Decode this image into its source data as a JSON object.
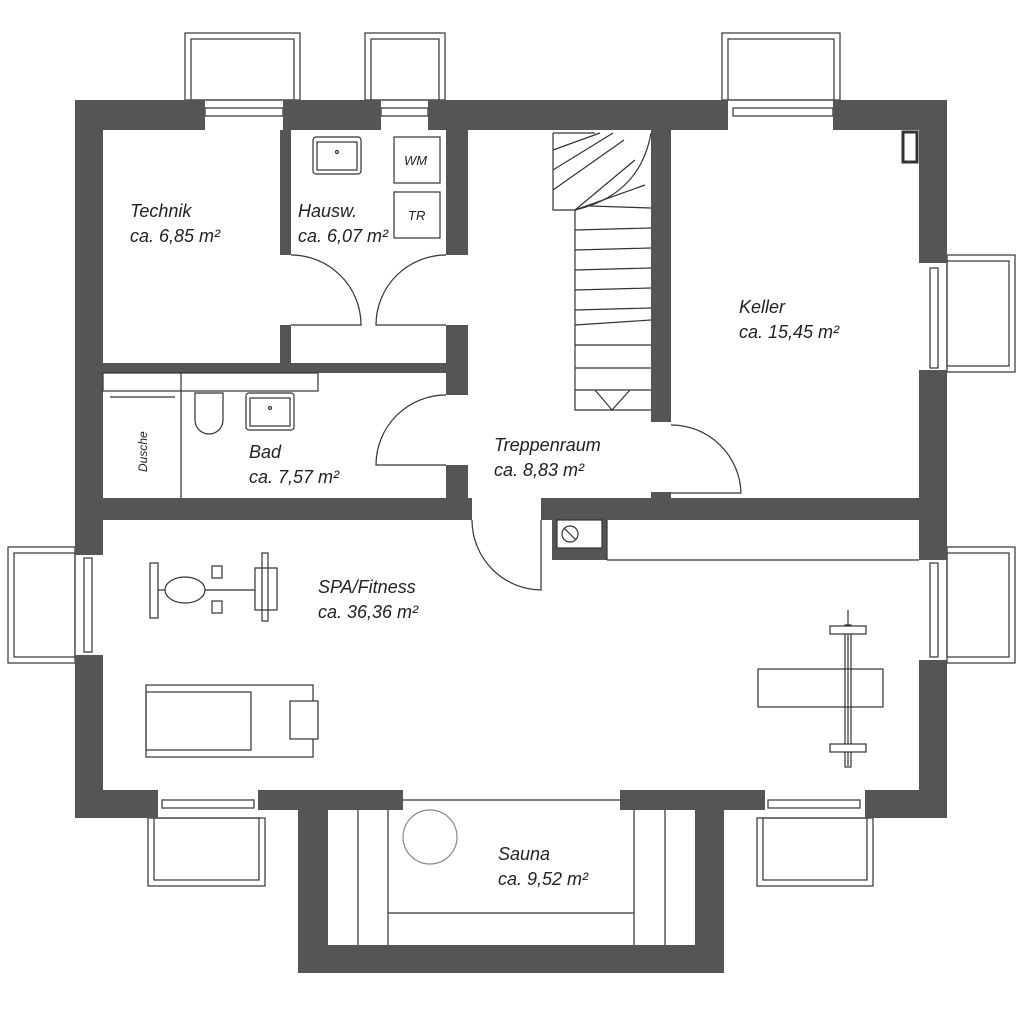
{
  "colors": {
    "wall": "#555555",
    "line": "#333333",
    "background": "#ffffff"
  },
  "rooms": [
    {
      "name": "Technik",
      "area": "ca. 6,85 m²"
    },
    {
      "name": "Hausw.",
      "area": "ca. 6,07 m²"
    },
    {
      "name": "Keller",
      "area": "ca. 15,45 m²"
    },
    {
      "name": "Bad",
      "area": "ca. 7,57 m²"
    },
    {
      "name": "Treppenraum",
      "area": "ca. 8,83 m²"
    },
    {
      "name": "SPA/Fitness",
      "area": "ca. 36,36 m²"
    },
    {
      "name": "Sauna",
      "area": "ca. 9,52 m²"
    }
  ],
  "fixtures": {
    "washer": "WM",
    "dryer": "TR",
    "shower": "Dusche"
  }
}
